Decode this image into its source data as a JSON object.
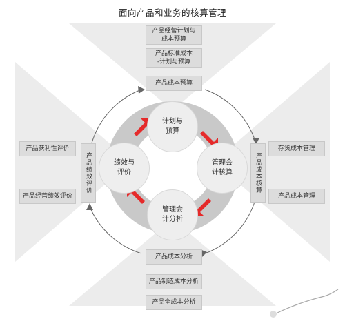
{
  "title": "面向产品和业务的核算管理",
  "top": {
    "items": [
      "产品经营计划与\n成本预算",
      "产品标准成本\n-计划与预算",
      "产品成本预算"
    ]
  },
  "bottom": {
    "items": [
      "产品成本分析",
      "产品制造成本分析",
      "产品全成本分析"
    ]
  },
  "left": {
    "vertical": "产品绩效评价",
    "items": [
      "产品获利性评价",
      "产品经营绩效评价"
    ]
  },
  "right": {
    "vertical": "产品成本核算",
    "items": [
      "存货成本管理",
      "产品成本管理"
    ]
  },
  "cycle": {
    "top": "计划与\n预算",
    "right": "管理会\n计核算",
    "bottom": "管理会\n计分析",
    "left": "绩效与\n评价"
  },
  "colors": {
    "arrow": "#e52a2a",
    "ring": "#c9c9c9",
    "panel": "#dcdcdc",
    "background_triangle": "#ececec"
  }
}
